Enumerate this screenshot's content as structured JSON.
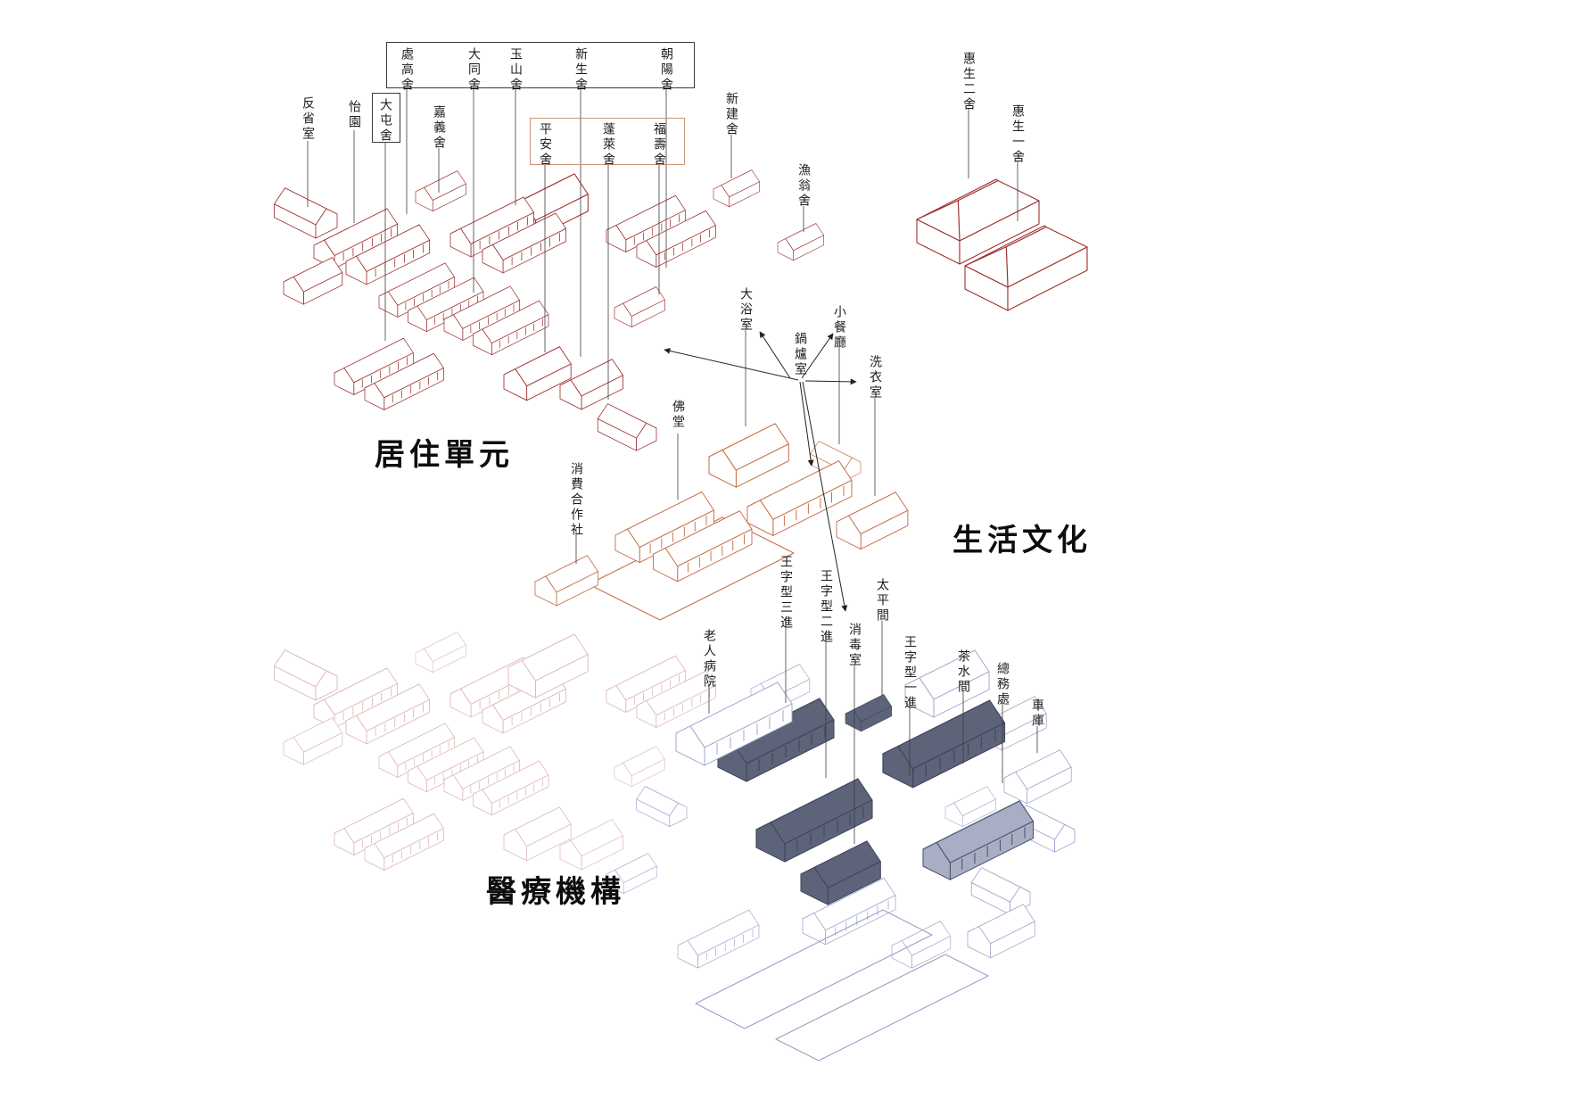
{
  "titles": {
    "residential": "居住單元",
    "culture": "生活文化",
    "medical": "醫療機構"
  },
  "labels": [
    {
      "text": "處高舍"
    },
    {
      "text": "大同舍"
    },
    {
      "text": "玉山舍"
    },
    {
      "text": "新生舍"
    },
    {
      "text": "朝陽舍"
    },
    {
      "text": "反省室"
    },
    {
      "text": "怡園"
    },
    {
      "text": "大屯舍"
    },
    {
      "text": "嘉義舍"
    },
    {
      "text": "平安舍"
    },
    {
      "text": "蓬萊舍"
    },
    {
      "text": "福壽舍"
    },
    {
      "text": "新建舍"
    },
    {
      "text": "漁翁舍"
    },
    {
      "text": "惠生二舍"
    },
    {
      "text": "惠生一舍"
    },
    {
      "text": "大浴室"
    },
    {
      "text": "小餐廳"
    },
    {
      "text": "鍋爐室"
    },
    {
      "text": "洗衣室"
    },
    {
      "text": "佛堂"
    },
    {
      "text": "消費合作社"
    },
    {
      "text": "老人病院"
    },
    {
      "text": "王字型三進"
    },
    {
      "text": "王字型二進"
    },
    {
      "text": "消毒室"
    },
    {
      "text": "太平間"
    },
    {
      "text": "王字型一進"
    },
    {
      "text": "茶水間"
    },
    {
      "text": "總務處"
    },
    {
      "text": "車庫"
    }
  ],
  "colors": {
    "residential_line": "#9e2f2f",
    "culture_line": "#c4714a",
    "medical_outline": "#9aa0c9",
    "medical_highlight": "#5d6479",
    "faded_residential": "#dcb2b2"
  }
}
